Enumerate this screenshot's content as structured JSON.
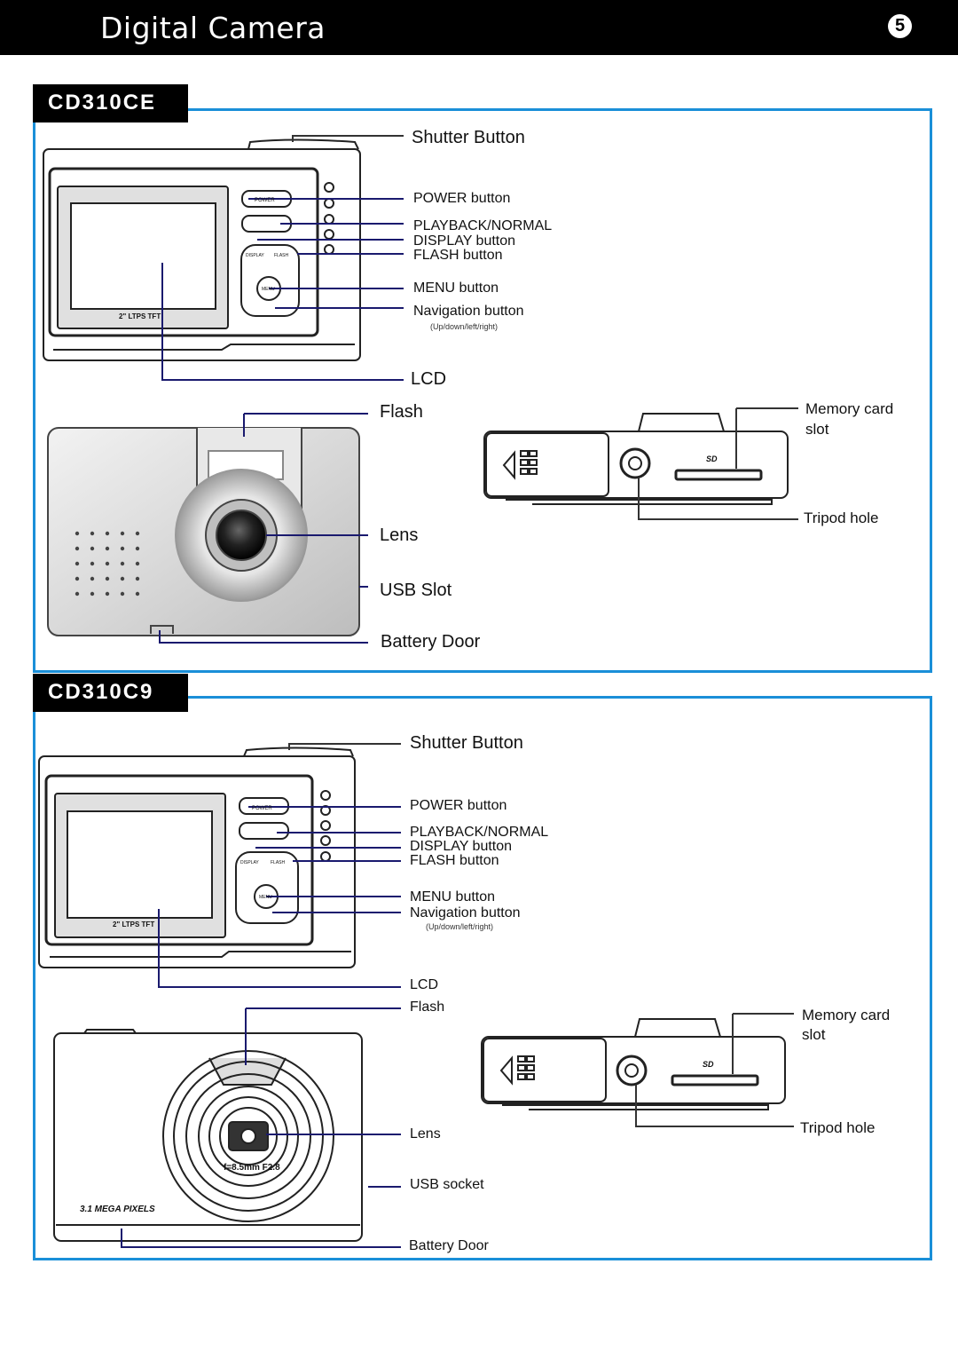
{
  "header": {
    "title": "Digital Camera",
    "page_number": "5"
  },
  "section1": {
    "model": "CD310CE",
    "back_view": {
      "shutter": "Shutter Button",
      "power": "POWER button",
      "playback": "PLAYBACK/NORMAL",
      "display": "DISPLAY button",
      "flash_btn": "FLASH button",
      "menu": "MENU button",
      "navigation": "Navigation button",
      "navigation_sub": "(Up/down/left/right)",
      "lcd": "LCD",
      "screen_text": "2\" LTPS TFT",
      "power_key": "POWER",
      "display_key": "DISPLAY",
      "flash_key": "FLASH",
      "menu_key": "MENU"
    },
    "front_view": {
      "flash": "Flash",
      "lens": "Lens",
      "usb": "USB Slot",
      "battery": "Battery Door"
    },
    "bottom_view": {
      "memory_card": "Memory card",
      "memory_card_2": "slot",
      "tripod": "Tripod hole",
      "sd_logo": "SD"
    }
  },
  "section2": {
    "model": "CD310C9",
    "back_view": {
      "shutter": "Shutter Button",
      "power": "POWER button",
      "playback": "PLAYBACK/NORMAL",
      "display": "DISPLAY button",
      "flash_btn": "FLASH button",
      "menu": "MENU button",
      "navigation": "Navigation button",
      "navigation_sub": "(Up/down/left/right)",
      "lcd": "LCD",
      "screen_text": "2\" LTPS TFT",
      "power_key": "POWER",
      "display_key": "DISPLAY",
      "flash_key": "FLASH",
      "menu_key": "MENU"
    },
    "front_view": {
      "flash": "Flash",
      "lens": "Lens",
      "usb": "USB socket",
      "battery": "Battery Door",
      "lens_text": "f=8.5mm F2.8",
      "badge": "3.1 MEGA PIXELS"
    },
    "bottom_view": {
      "memory_card": "Memory card",
      "memory_card_2": "slot",
      "tripod": "Tripod hole",
      "sd_logo": "SD"
    }
  }
}
